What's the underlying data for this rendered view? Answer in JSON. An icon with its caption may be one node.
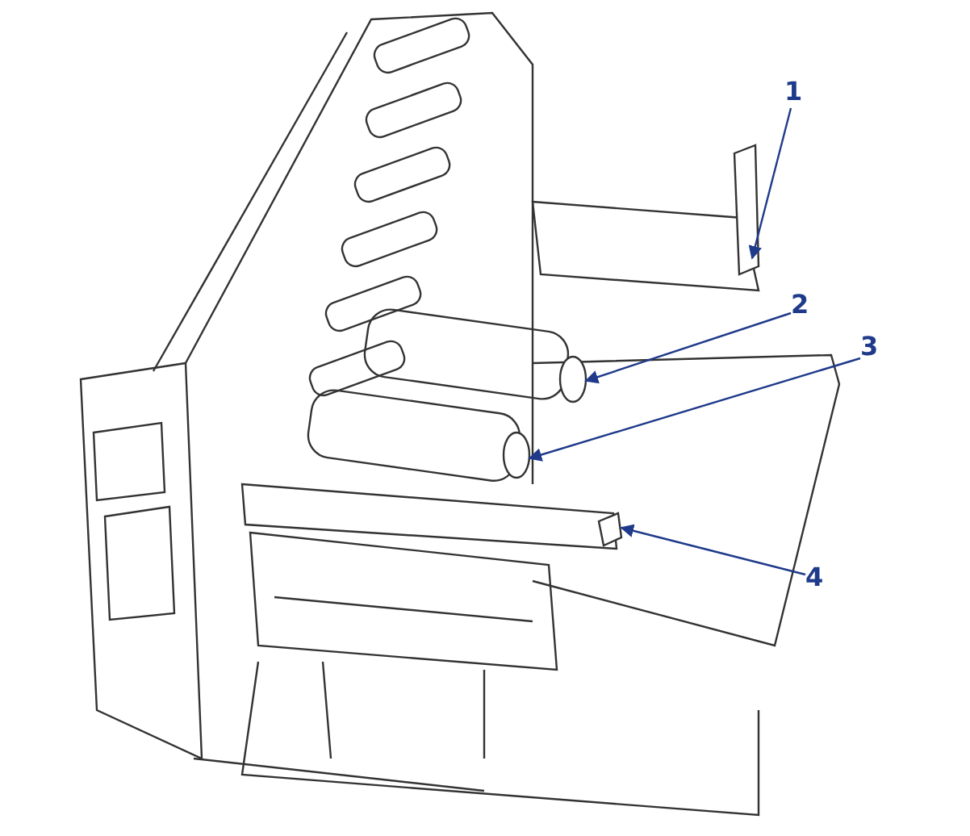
{
  "diagram": {
    "nodes": [
      {
        "text": [
          "1"
        ]
      },
      {
        "text": [
          "2"
        ]
      },
      {
        "text": [
          "3"
        ]
      },
      {
        "text": [
          "4"
        ]
      },
      {
        "text": [],
        "shape": "bar"
      },
      {
        "text": [],
        "shape": "cylinder"
      },
      {
        "text": [],
        "shape": "cylinder"
      },
      {
        "text": [],
        "shape": "bar"
      }
    ],
    "edges": [
      {
        "from": 0,
        "to": 4,
        "arrow": "to"
      },
      {
        "from": 1,
        "to": 5,
        "arrow": "to"
      },
      {
        "from": 2,
        "to": 6,
        "arrow": "to"
      },
      {
        "from": 3,
        "to": 7,
        "arrow": "to"
      }
    ]
  }
}
